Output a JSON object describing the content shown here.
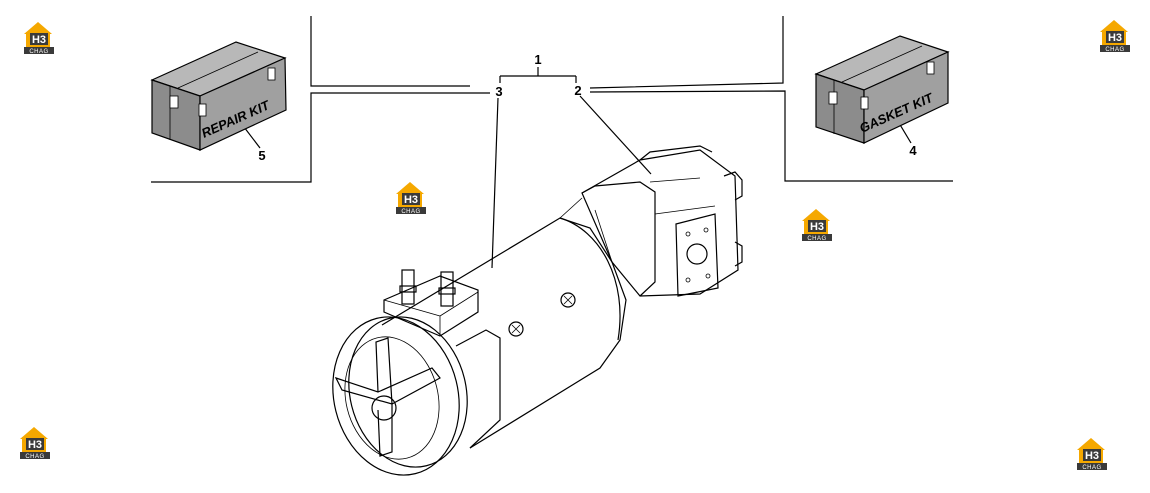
{
  "callouts": {
    "c1": "1",
    "c2": "2",
    "c3": "3",
    "c4": "4",
    "c5": "5"
  },
  "kits": {
    "repair_label": "REPAIR KIT",
    "gasket_label": "GASKET KIT"
  },
  "watermark": {
    "brand": "H3",
    "sub": "CHAG",
    "accent": "#f5a800",
    "dark": "#3a3a3a"
  },
  "colors": {
    "box_fill": "#9c9c9c",
    "box_top": "#b8b8b8",
    "line": "#000000"
  }
}
